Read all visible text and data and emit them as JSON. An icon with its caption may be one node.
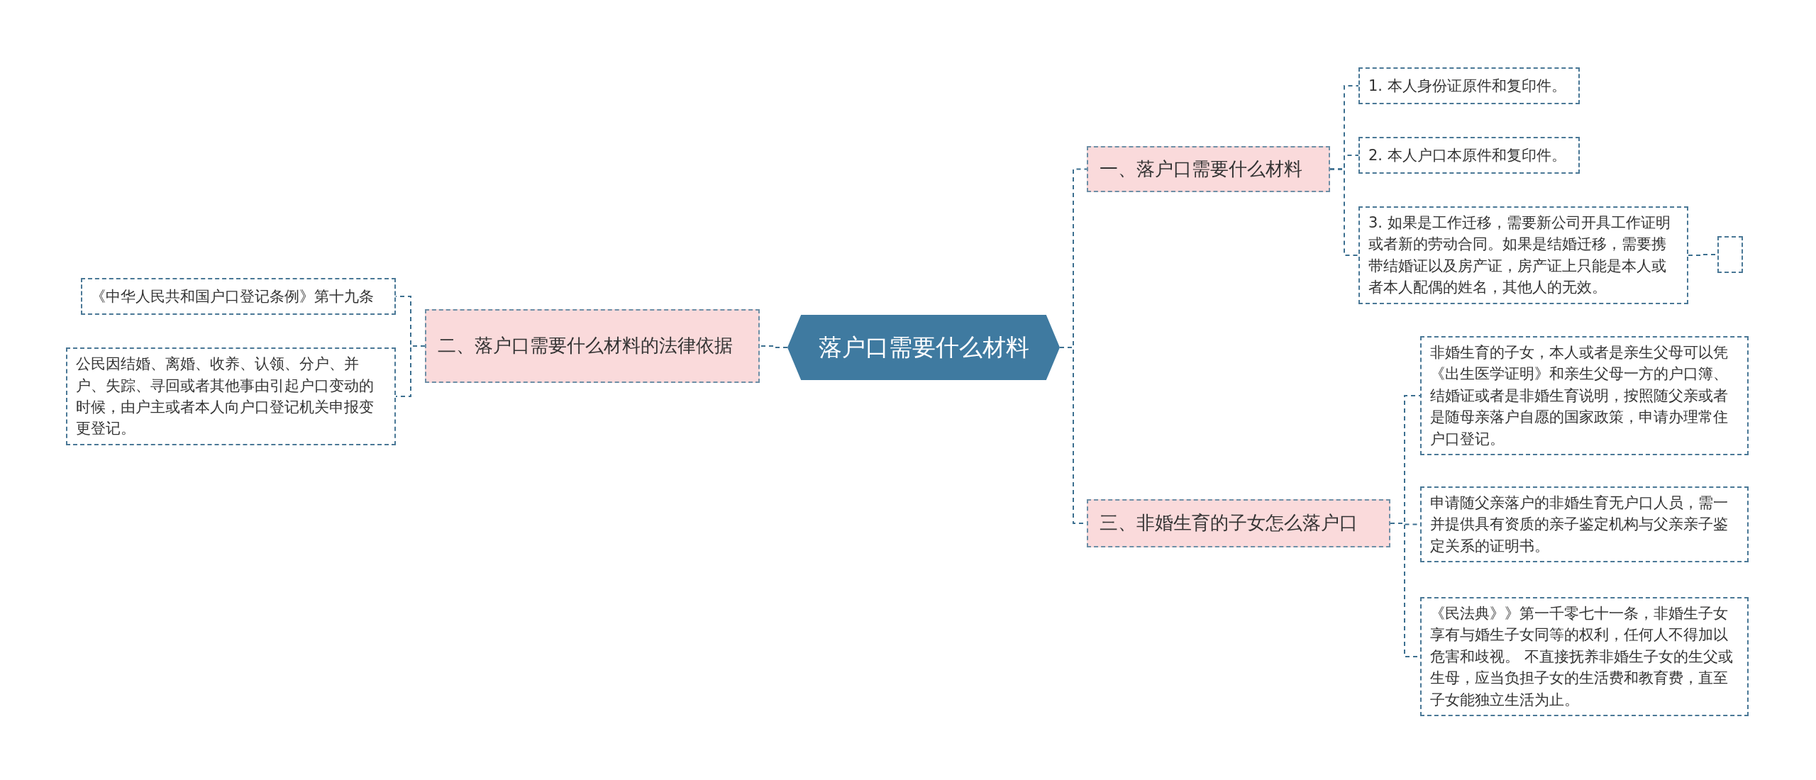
{
  "diagram": {
    "nodes": [
      {
        "text": [
          "落户口需要什么材料"
        ]
      },
      {
        "text": [
          "一、落户口需要什么材料"
        ]
      },
      {
        "text": [
          "1. 本人身份证原件和复印件。"
        ]
      },
      {
        "text": [
          "2. 本人户口本原件和复印件。"
        ]
      },
      {
        "text": [
          "3. 如果是工作迁移，需要新公司开具工作证明或者新的劳动合同。如果是结婚迁移，需要携带结婚证以及房产证，房产证上只能是本人或者本人配偶的姓名，其他人的无效。"
        ]
      },
      {
        "text": [],
        "shape": "box"
      },
      {
        "text": [
          "二、落户口需要什么材料的法律依据"
        ]
      },
      {
        "text": [
          "《中华人民共和国户口登记条例》第十九条"
        ]
      },
      {
        "text": [
          "公民因结婚、离婚、收养、认领、分户、并户、失踪、寻回或者其他事由引起户口变动的时候，由户主或者本人向户口登记机关申报变更登记。"
        ]
      },
      {
        "text": [
          "三、非婚生育的子女怎么落户口"
        ]
      },
      {
        "text": [
          "非婚生育的子女，本人或者是亲生父母可以凭《出生医学证明》和亲生父母一方的户口簿、结婚证或者是非婚生育说明，按照随父亲或者是随母亲落户自愿的国家政策，申请办理常住户口登记。"
        ]
      },
      {
        "text": [
          "申请随父亲落户的非婚生育无户口人员，需一并提供具有资质的亲子鉴定机构与父亲亲子鉴定关系的证明书。"
        ]
      },
      {
        "text": [
          "《民法典》》第一千零七十一条，非婚生子女享有与婚生子女同等的权利，任何人不得加以危害和歧视。 不直接抚养非婚生子女的生父或生母，应当负担子女的生活费和教育费，直至子女能独立生活为止。"
        ]
      }
    ],
    "edges": [
      {
        "from": 0,
        "to": 1,
        "arrow": "none"
      },
      {
        "from": 1,
        "to": 2,
        "arrow": "none"
      },
      {
        "from": 1,
        "to": 3,
        "arrow": "none"
      },
      {
        "from": 1,
        "to": 4,
        "arrow": "none"
      },
      {
        "from": 4,
        "to": 5,
        "arrow": "none"
      },
      {
        "from": 0,
        "to": 6,
        "arrow": "none"
      },
      {
        "from": 6,
        "to": 7,
        "arrow": "none"
      },
      {
        "from": 6,
        "to": 8,
        "arrow": "none"
      },
      {
        "from": 0,
        "to": 9,
        "arrow": "none"
      },
      {
        "from": 9,
        "to": 10,
        "arrow": "none"
      },
      {
        "from": 9,
        "to": 11,
        "arrow": "none"
      },
      {
        "from": 9,
        "to": 12,
        "arrow": "none"
      }
    ]
  }
}
